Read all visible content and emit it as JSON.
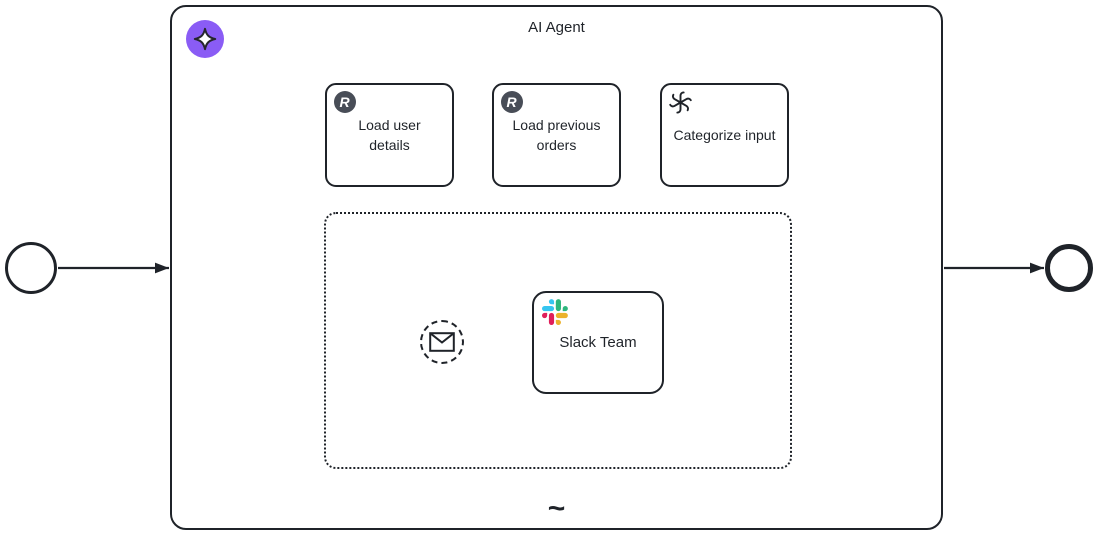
{
  "diagram": {
    "title": "AI Agent",
    "adhoc_marker": "~",
    "tasks": [
      {
        "label": "Load user details",
        "icon": "rest-connector-icon"
      },
      {
        "label": "Load previous orders",
        "icon": "rest-connector-icon"
      },
      {
        "label": "Categorize input",
        "icon": "openai-icon"
      }
    ],
    "event_subprocess": {
      "start_event_icon": "envelope-icon",
      "tasks": [
        {
          "label": "Slack Team",
          "icon": "slack-icon"
        }
      ]
    },
    "icons": {
      "rest_letter": "R"
    },
    "colors": {
      "stroke": "#1f2329",
      "ai_badge_background": "#8a5cf5",
      "rest_badge_background": "#484d57",
      "slack_blue": "#36C5F0",
      "slack_green": "#2EB67D",
      "slack_yellow": "#ECB22C",
      "slack_red": "#E01E5A"
    }
  }
}
